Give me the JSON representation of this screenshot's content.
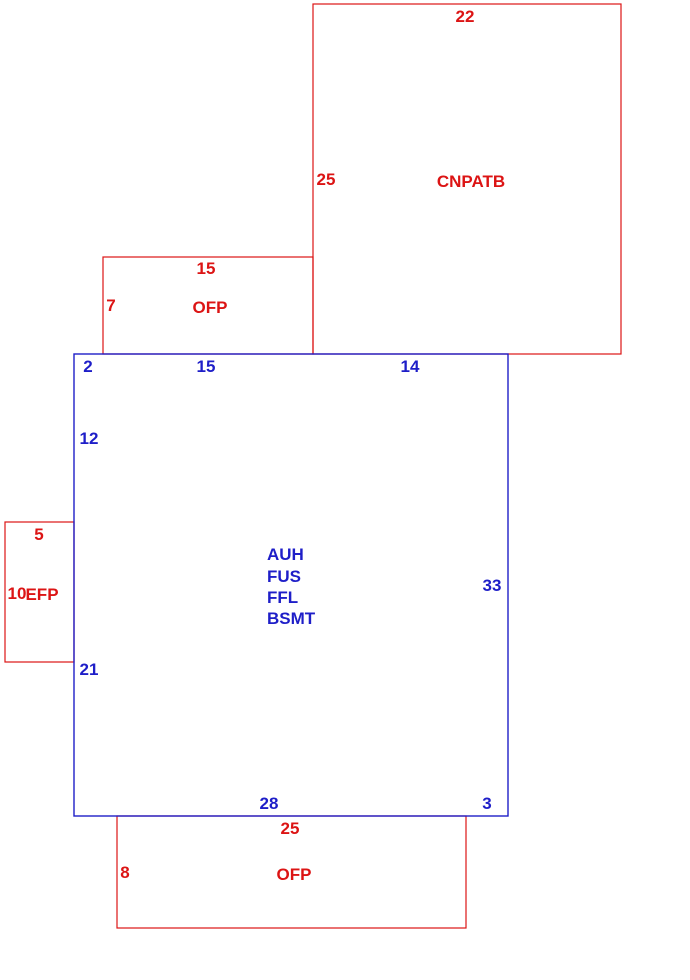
{
  "colors": {
    "main_area": "#1e1ec8",
    "attached_area": "#dc1414",
    "background": "#ffffff"
  },
  "areas": {
    "cnpatb": {
      "label": "CNPATB",
      "dim_top": "22",
      "dim_left": "25"
    },
    "ofp_top": {
      "label": "OFP",
      "dim_top": "15",
      "dim_left": "7"
    },
    "main": {
      "labels": [
        "AUH",
        "FUS",
        "FFL",
        "BSMT"
      ],
      "dim_top_left_corner": "2",
      "dim_top_a": "15",
      "dim_top_b": "14",
      "dim_left_upper": "12",
      "dim_left_lower": "21",
      "dim_right": "33",
      "dim_bottom": "28",
      "dim_bottom_right": "3"
    },
    "efp": {
      "label": "EFP",
      "dim_top": "5",
      "dim_left": "10"
    },
    "ofp_bottom": {
      "label": "OFP",
      "dim_top": "25",
      "dim_left": "8"
    }
  }
}
